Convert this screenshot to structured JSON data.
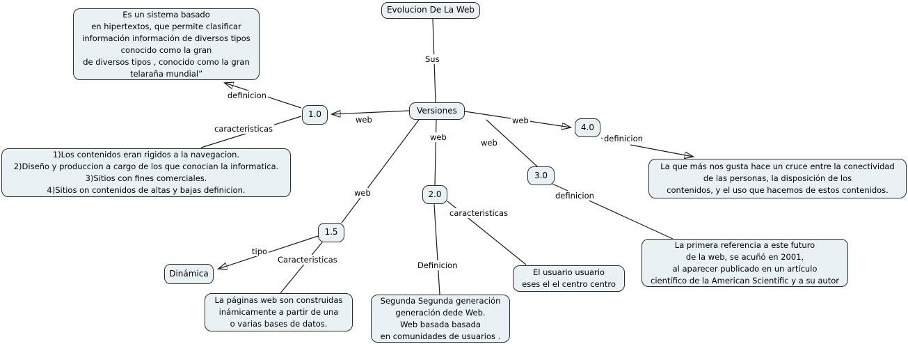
{
  "title": "Evolucion De La Web",
  "colors": {
    "background": "#ffffff",
    "node_fill": "#eaf1f4",
    "node_border": "#2b2b2b",
    "line": "#1c1c1c",
    "text": "#000000"
  },
  "nodes": {
    "evolucion": {
      "label": "Evolucion De La Web"
    },
    "versiones": {
      "label": "Versiones"
    },
    "v10": {
      "label": "1.0"
    },
    "v15": {
      "label": "1.5"
    },
    "v20": {
      "label": "2.0"
    },
    "v30": {
      "label": "3.0"
    },
    "v40": {
      "label": "4.0"
    },
    "dinamica": {
      "label": "Dinámica"
    }
  },
  "boxes": {
    "definicion_web10": {
      "text": "Es un sistema basado\nen hipertextos, que permite clasificar\ninformación información de diversos tipos\nconocido como la gran\nde diversos tipos , conocido como la gran\ntelaraña mundial”"
    },
    "caracteristicas_web10": {
      "text": "1)Los contenidos eran rigidos a la navegacion.\n2)Diseño y produccion a cargo de los que conocian la informatica.\n3)Sitios con fines comerciales.\n4)Sitios on contenidos de altas y bajas definicion."
    },
    "definicion_web40": {
      "text": "La que más nos gusta hace un cruce entre la conectividad\nde las personas, la disposición de los\ncontenidos, y el uso que hacemos de estos contenidos."
    },
    "definicion_web30": {
      "text": "La primera referencia a este futuro\nde la web, se acuñó en 2001,\nal aparecer publicado en un artículo\ncientífico de la American Scientific y a su autor"
    },
    "caracteristicas_web20": {
      "text": "El usuario usuario\neses el el centro centro"
    },
    "definicion_web20": {
      "text": "Segunda Segunda generación\ngeneración dede Web.\nWeb basada basada\nen comunidades de usuarios ."
    },
    "caracteristicas_web15": {
      "text": "La páginas web son construidas\ninámicamente a partir de una\no varias bases de datos."
    }
  },
  "link_labels": {
    "sus": "Sus",
    "web_10": "web",
    "web_15": "web",
    "web_20": "web",
    "web_30": "web",
    "web_40": "web",
    "definicion_10": "definicion",
    "caracteristicas_10": "caracteristicas",
    "definicion_40": "definicion",
    "definicion_30": "definicion",
    "caracteristicas_20": "caracteristicas",
    "definicion_20": "Definicion",
    "tipo": "tipo",
    "caracteristicas_15": "Caracteristicas"
  }
}
